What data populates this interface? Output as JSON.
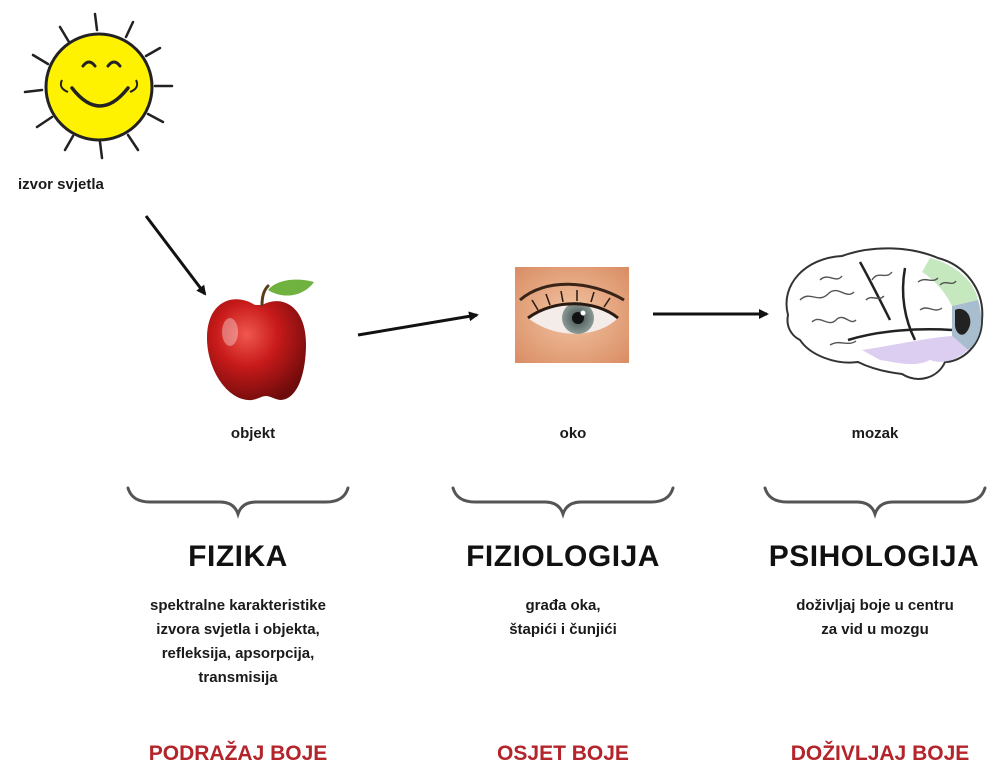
{
  "source": {
    "label": "izvor svjetla",
    "icon": "sun-icon"
  },
  "stages": [
    {
      "label": "objekt",
      "icon": "apple-icon",
      "title": "FIZIKA",
      "description": "spektralne karakteristike\nizvora svjetla i objekta,\nrefleksija, apsorpcija,\ntransmisija",
      "result": "PODRAŽAJ BOJE"
    },
    {
      "label": "oko",
      "icon": "eye-icon",
      "title": "FIZIOLOGIJA",
      "description": "građa oka,\nštapići i čunjići",
      "result": "OSJET BOJE"
    },
    {
      "label": "mozak",
      "icon": "brain-icon",
      "title": "PSIHOLOGIJA",
      "description": "doživljaj boje u centru\nza vid u mozgu",
      "result": "DOŽIVLJAJ BOJE"
    }
  ],
  "colors": {
    "result_text": "#b3242b",
    "sun_fill": "#fff200",
    "apple_red": "#c81a1a",
    "leaf_green": "#6fb23f"
  }
}
